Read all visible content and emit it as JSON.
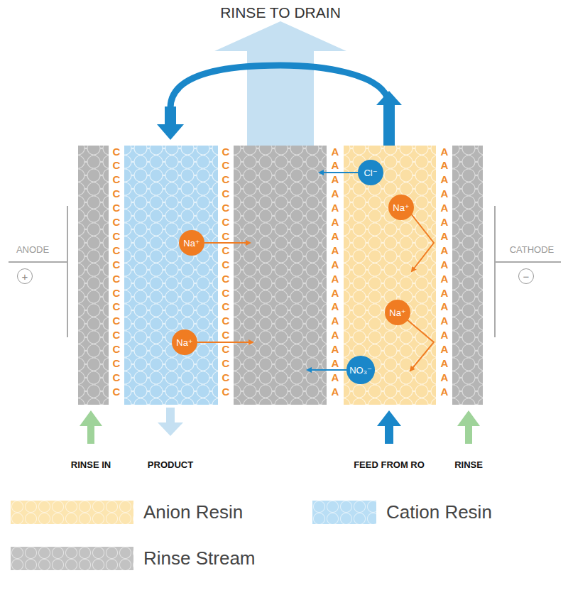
{
  "diagram": {
    "nodes": [
      {
        "text": [
          "Cl⁻"
        ]
      },
      {
        "text": [
          "Na⁺"
        ]
      },
      {
        "text": [
          "Na⁺"
        ]
      },
      {
        "text": [
          "+"
        ]
      },
      {
        "text": [
          "−"
        ]
      },
      {
        "text": [
          "Na⁺"
        ]
      },
      {
        "text": [
          "Na⁺"
        ]
      },
      {
        "text": [
          "NO₃⁻"
        ]
      }
    ],
    "labels": [
      "RINSE TO DRAIN",
      "ANODE",
      "CATHODE",
      "C",
      "C",
      "C",
      "C",
      "C",
      "C",
      "C",
      "C",
      "C",
      "C",
      "C",
      "C",
      "C",
      "C",
      "C",
      "C",
      "C",
      "C",
      "C",
      "C",
      "C",
      "C",
      "C",
      "C",
      "C",
      "C",
      "C",
      "C",
      "C",
      "C",
      "C",
      "C",
      "C",
      "C",
      "C",
      "C",
      "A",
      "A",
      "A",
      "A",
      "A",
      "A",
      "A",
      "A",
      "A",
      "A",
      "A",
      "A",
      "A",
      "A",
      "A",
      "A",
      "A",
      "A",
      "A",
      "A",
      "A",
      "A",
      "A",
      "A",
      "A",
      "A",
      "A",
      "A",
      "A",
      "A",
      "A",
      "A",
      "A",
      "A",
      "A",
      "A",
      "RINSE IN",
      "PRODUCT",
      "FEED FROM RO",
      "RINSE"
    ],
    "legend": [
      {
        "text": "Anion Resin",
        "color": "#fce5b0"
      },
      {
        "text": "Cation Resin",
        "color": "#b9def5"
      },
      {
        "text": "Rinse Stream",
        "color": "#c2c2c2"
      }
    ]
  }
}
